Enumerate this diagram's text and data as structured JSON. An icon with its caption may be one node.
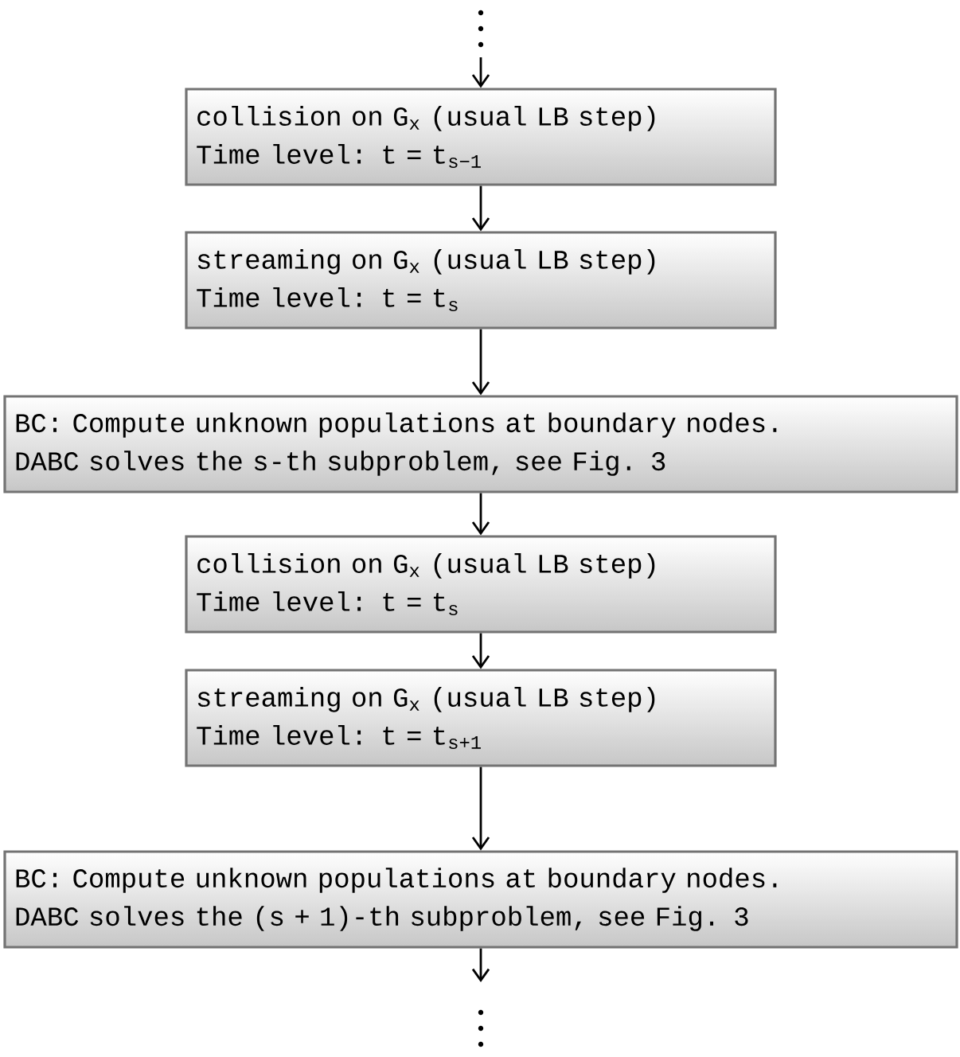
{
  "diagram": {
    "nodes": [
      {
        "text": [
          "collision on G$_{x}$ (usual LB step)",
          "Time level:  t = t$_{s−1}$"
        ]
      },
      {
        "text": [
          "streaming on G$_{x}$ (usual LB step)",
          "Time level:  t = t$_{s}$"
        ]
      },
      {
        "text": [
          "BC: Compute unknown populations at boundary nodes.",
          "DABC solves the s-th subproblem, see Fig. 3"
        ]
      },
      {
        "text": [
          "collision on G$_{x}$ (usual LB step)",
          "Time level:  t = t$_{s}$"
        ]
      },
      {
        "text": [
          "streaming on G$_{x}$ (usual LB step)",
          "Time level:  t = t$_{s+1}$"
        ]
      },
      {
        "text": [
          "BC: Compute unknown populations at boundary nodes.",
          "DABC solves the (s + 1)-th subproblem, see Fig. 3"
        ]
      }
    ],
    "edges": [
      {
        "from": null,
        "to": 0,
        "arrow": "to"
      },
      {
        "from": 0,
        "to": 1,
        "arrow": "to"
      },
      {
        "from": 1,
        "to": 2,
        "arrow": "to"
      },
      {
        "from": 2,
        "to": 3,
        "arrow": "to"
      },
      {
        "from": 3,
        "to": 4,
        "arrow": "to"
      },
      {
        "from": 4,
        "to": 5,
        "arrow": "to"
      },
      {
        "from": 5,
        "to": null,
        "arrow": "to"
      }
    ]
  }
}
